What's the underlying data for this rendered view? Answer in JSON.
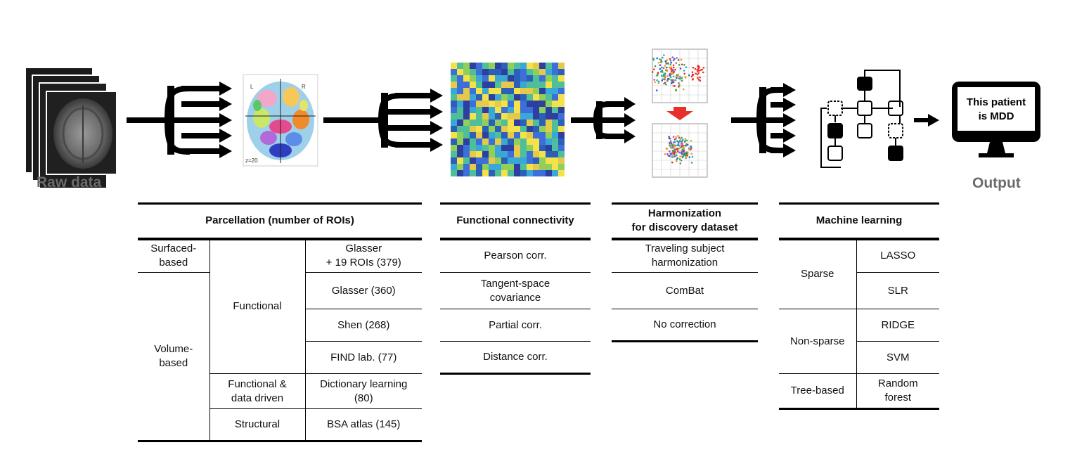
{
  "labels": {
    "raw_data": "Raw data",
    "output": "Output"
  },
  "brain_labels": {
    "left": "L",
    "right": "R",
    "slice": "z=20"
  },
  "output_text": {
    "line1": "This patient",
    "line2": "is MDD"
  },
  "parcellation": {
    "header": "Parcellation  (number of ROIs)",
    "surface": "Surfaced-\nbased",
    "volume": "Volume-\nbased",
    "functional": "Functional",
    "functional_data_driven": "Functional &\ndata driven",
    "structural": "Structural",
    "glasser_379": "Glasser\n+ 19 ROIs (379)",
    "glasser_360": "Glasser (360)",
    "shen": "Shen (268)",
    "find": "FIND lab. (77)",
    "dictionary": "Dictionary learning\n(80)",
    "bsa": "BSA atlas (145)"
  },
  "connectivity": {
    "header": "Functional  connectivity",
    "rows": [
      "Pearson corr.",
      "Tangent-space\ncovariance",
      "Partial corr.",
      "Distance corr."
    ]
  },
  "harmonization": {
    "header": "Harmonization\nfor discovery dataset",
    "rows": [
      "Traveling subject\nharmonization",
      "ComBat",
      "No correction"
    ]
  },
  "machine_learning": {
    "header": "Machine learning",
    "sparse": "Sparse",
    "non_sparse": "Non-sparse",
    "tree_based": "Tree-based",
    "lasso": "LASSO",
    "slr": "SLR",
    "ridge": "RIDGE",
    "svm": "SVM",
    "random_forest": "Random\nforest"
  }
}
